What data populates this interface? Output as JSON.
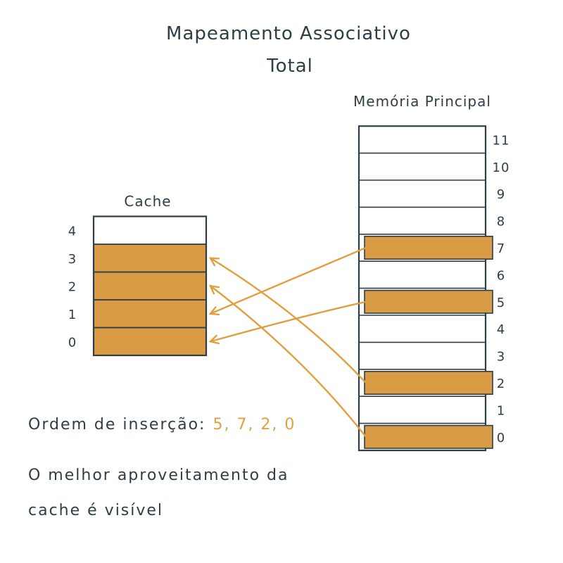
{
  "title_line1": "Mapeamento Associativo",
  "title_line2": "Total",
  "cache": {
    "label": "Cache",
    "slots": [
      "0",
      "1",
      "2",
      "3",
      "4"
    ],
    "filled_slots": [
      "0",
      "1",
      "2",
      "3"
    ]
  },
  "memory": {
    "label": "Memória Principal",
    "blocks": [
      "0",
      "1",
      "2",
      "3",
      "4",
      "5",
      "6",
      "7",
      "8",
      "9",
      "10",
      "11"
    ],
    "filled_blocks": [
      "0",
      "2",
      "5",
      "7"
    ]
  },
  "mappings": [
    {
      "from_block": "7",
      "to_slot": "1"
    },
    {
      "from_block": "5",
      "to_slot": "0"
    },
    {
      "from_block": "2",
      "to_slot": "3"
    },
    {
      "from_block": "0",
      "to_slot": "2"
    }
  ],
  "insertion_order": {
    "label": "Ordem de inserção:",
    "value": "5, 7, 2, 0"
  },
  "note_line1": "O melhor aproveitamento da",
  "note_line2": "cache é visível",
  "colors": {
    "ink": "#2f3e46",
    "fill": "#d99c45",
    "arrow": "#e0a040"
  }
}
